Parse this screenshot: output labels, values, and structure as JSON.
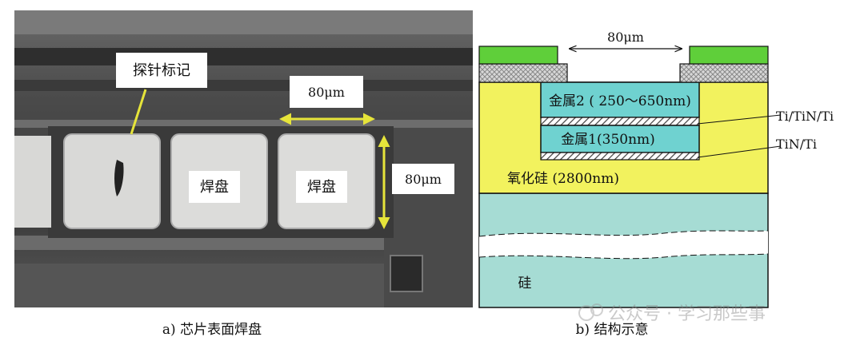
{
  "panel_a": {
    "caption": "a) 芯片表面焊盘",
    "probe_mark_label": "探针标记",
    "pad_label_1": "焊盘",
    "pad_label_2": "焊盘",
    "width_dim": "80μm",
    "height_dim": "80μm"
  },
  "panel_b": {
    "caption": "b) 结构示意",
    "top_dim": "80μm",
    "metal2": "金属2 ( 250～650nm)",
    "metal1": "金属1(350nm)",
    "ti_tin_ti": "Ti/TiN/Ti",
    "tin_ti": "TiN/Ti",
    "oxide": "氧化硅 (2800nm)",
    "silicon": "硅"
  },
  "watermark": "公众号 · 学习那些事",
  "colors": {
    "arrow_yellow": "#e6e43a",
    "passivation_green": "#5fcf3a",
    "oxide_yellow": "#f2f25e",
    "metal_cyan": "#6fd2d0",
    "silicon_teal": "#a6dcd4"
  }
}
